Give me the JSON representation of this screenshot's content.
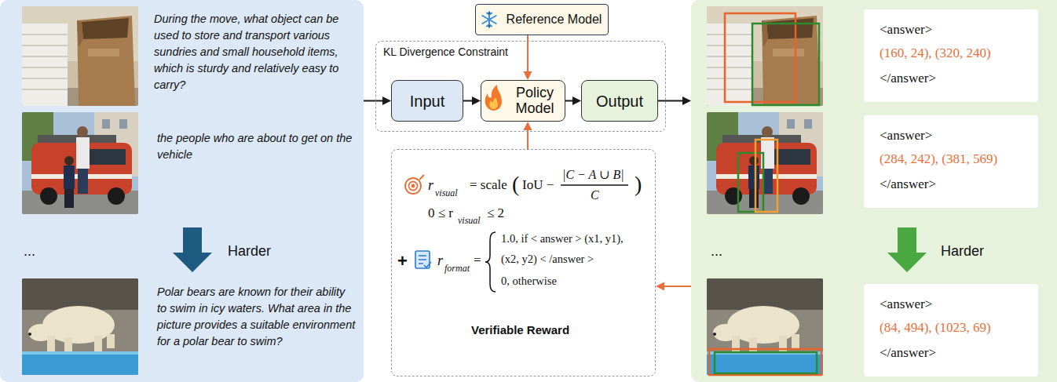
{
  "diagram": {
    "nodes": [
      {
        "text": [
          "During the move, what object can be used to store and transport various sundries and small household items, which is sturdy and relatively easy to carry?",
          "the people who are about to get on the vehicle",
          "...",
          "Harder",
          "Polar bears are known for their ability to swim in icy waters. What area in the picture provides a suitable environment for a polar bear to swim?"
        ]
      },
      {
        "text": [
          "Reference Model"
        ]
      },
      {
        "text": [
          "KL Divergence Constraint"
        ]
      },
      {
        "text": [
          "Input"
        ],
        "in": 2
      },
      {
        "text": [
          "Policy Model"
        ],
        "in": 2
      },
      {
        "text": [
          "Output"
        ],
        "in": 2
      },
      {
        "text": [
          "r",
          "visual",
          "= scale",
          "(",
          "IoU −",
          "|C − A ∪ B|",
          "C",
          ")",
          "0 ≤ r",
          "visual",
          "≤ 2",
          "+",
          "r",
          "format",
          "=",
          "1.0, if < answer > (x1, y1),",
          "(x2, y2) < /answer >",
          "0, otherwise",
          "Verifiable Reward"
        ]
      },
      {
        "text": [
          "...",
          "Harder"
        ]
      },
      {
        "text": [
          "<answer>",
          "(160, 24), (320, 240)",
          "</answer>"
        ],
        "in": 7
      },
      {
        "text": [
          "<answer>",
          "(284, 242), (381, 569)",
          "</answer>"
        ],
        "in": 7
      },
      {
        "text": [
          "<answer>",
          "(84, 494), (1023, 69)",
          "</answer>"
        ],
        "in": 7
      }
    ],
    "edges": [
      {
        "from": 0,
        "to": 3,
        "arrow": "to"
      },
      {
        "from": 3,
        "to": 4,
        "arrow": "to"
      },
      {
        "from": 4,
        "to": 5,
        "arrow": "to"
      },
      {
        "from": 5,
        "to": 7,
        "arrow": "to"
      },
      {
        "from": 1,
        "to": 4,
        "arrow": "to"
      },
      {
        "from": 6,
        "to": 4,
        "arrow": "to"
      },
      {
        "from": 7,
        "to": 6,
        "arrow": "to"
      }
    ]
  }
}
